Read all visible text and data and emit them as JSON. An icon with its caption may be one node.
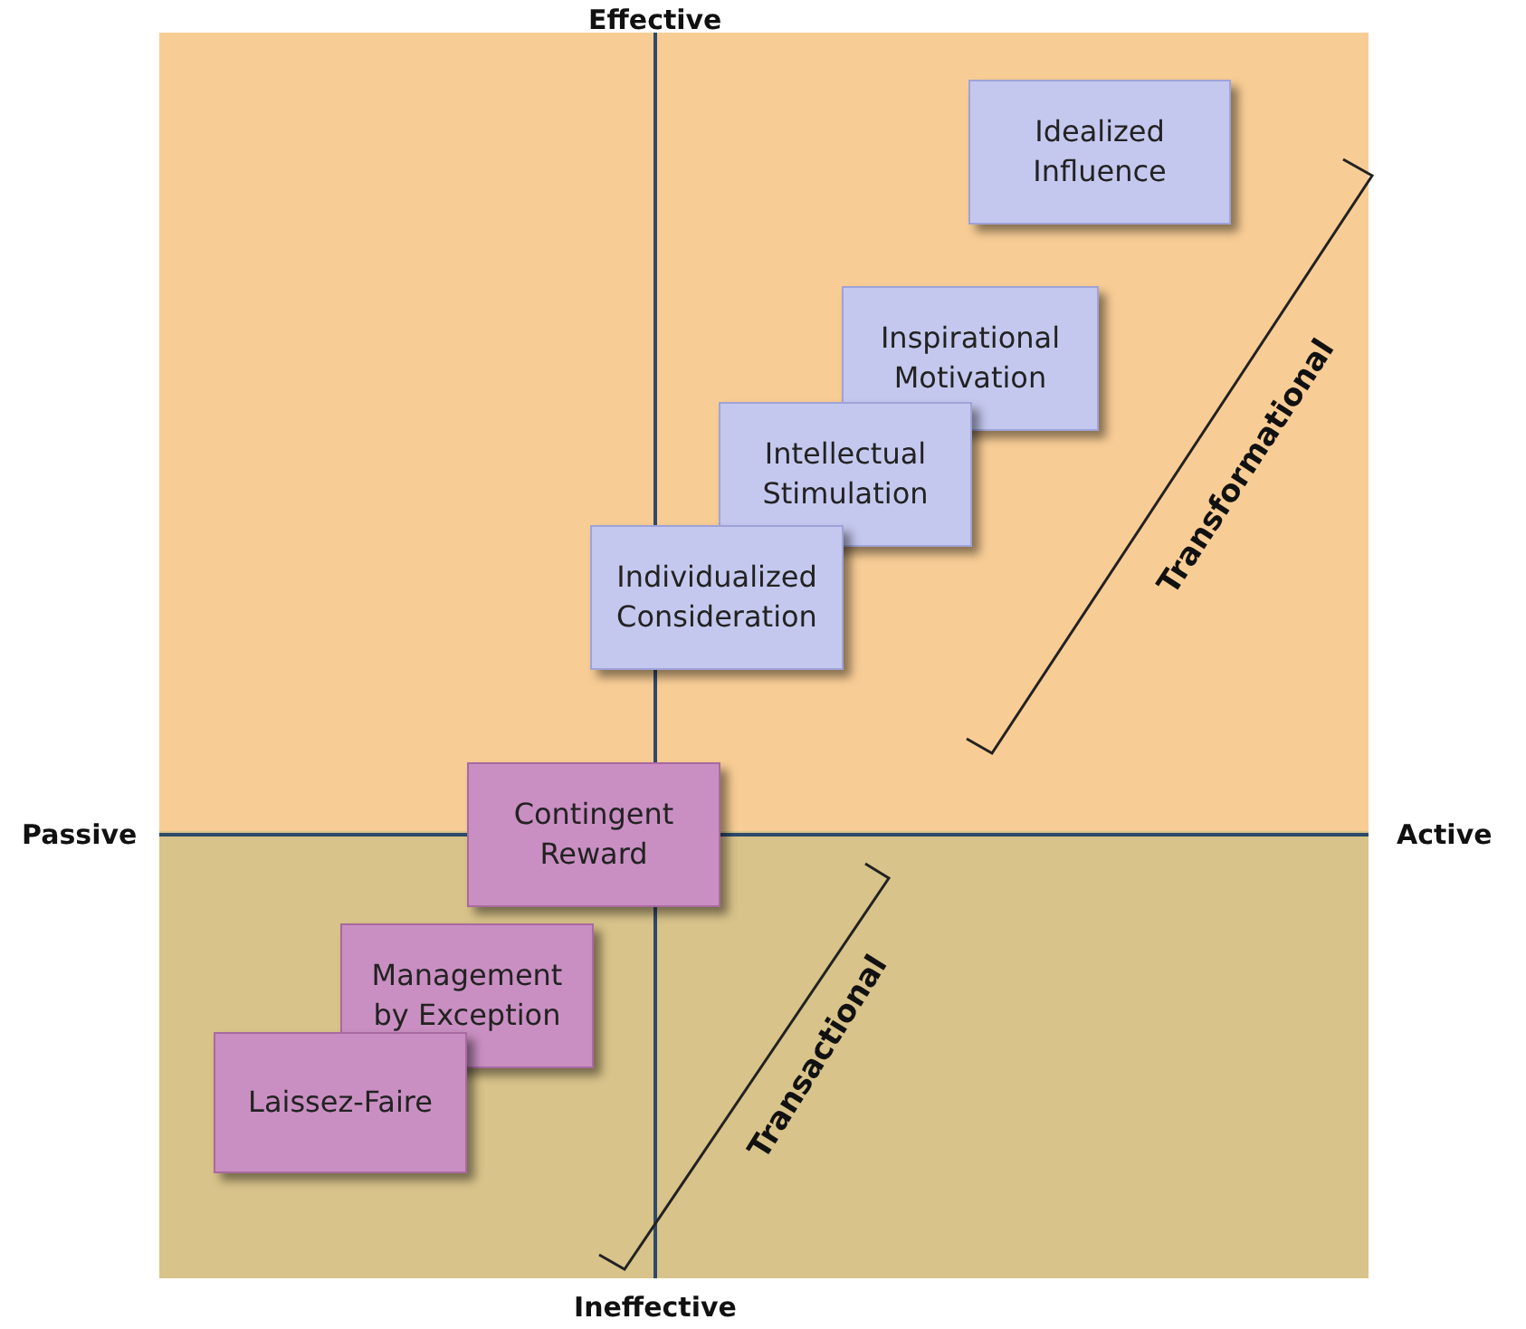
{
  "diagram": {
    "nodes": [
      {
        "text": [
          "Idealized Influence"
        ]
      },
      {
        "text": [
          "Inspirational Motivation"
        ]
      },
      {
        "text": [
          "Intellectual Stimulation"
        ]
      },
      {
        "text": [
          "Individualized Consideration"
        ]
      },
      {
        "text": [
          "Contingent Reward"
        ]
      },
      {
        "text": [
          "Management by Exception"
        ]
      },
      {
        "text": [
          "Laissez-Faire"
        ]
      }
    ],
    "labels": [
      "Effective",
      "Transformational",
      "Passive",
      "Active",
      "Transactional",
      "Ineffective"
    ]
  }
}
